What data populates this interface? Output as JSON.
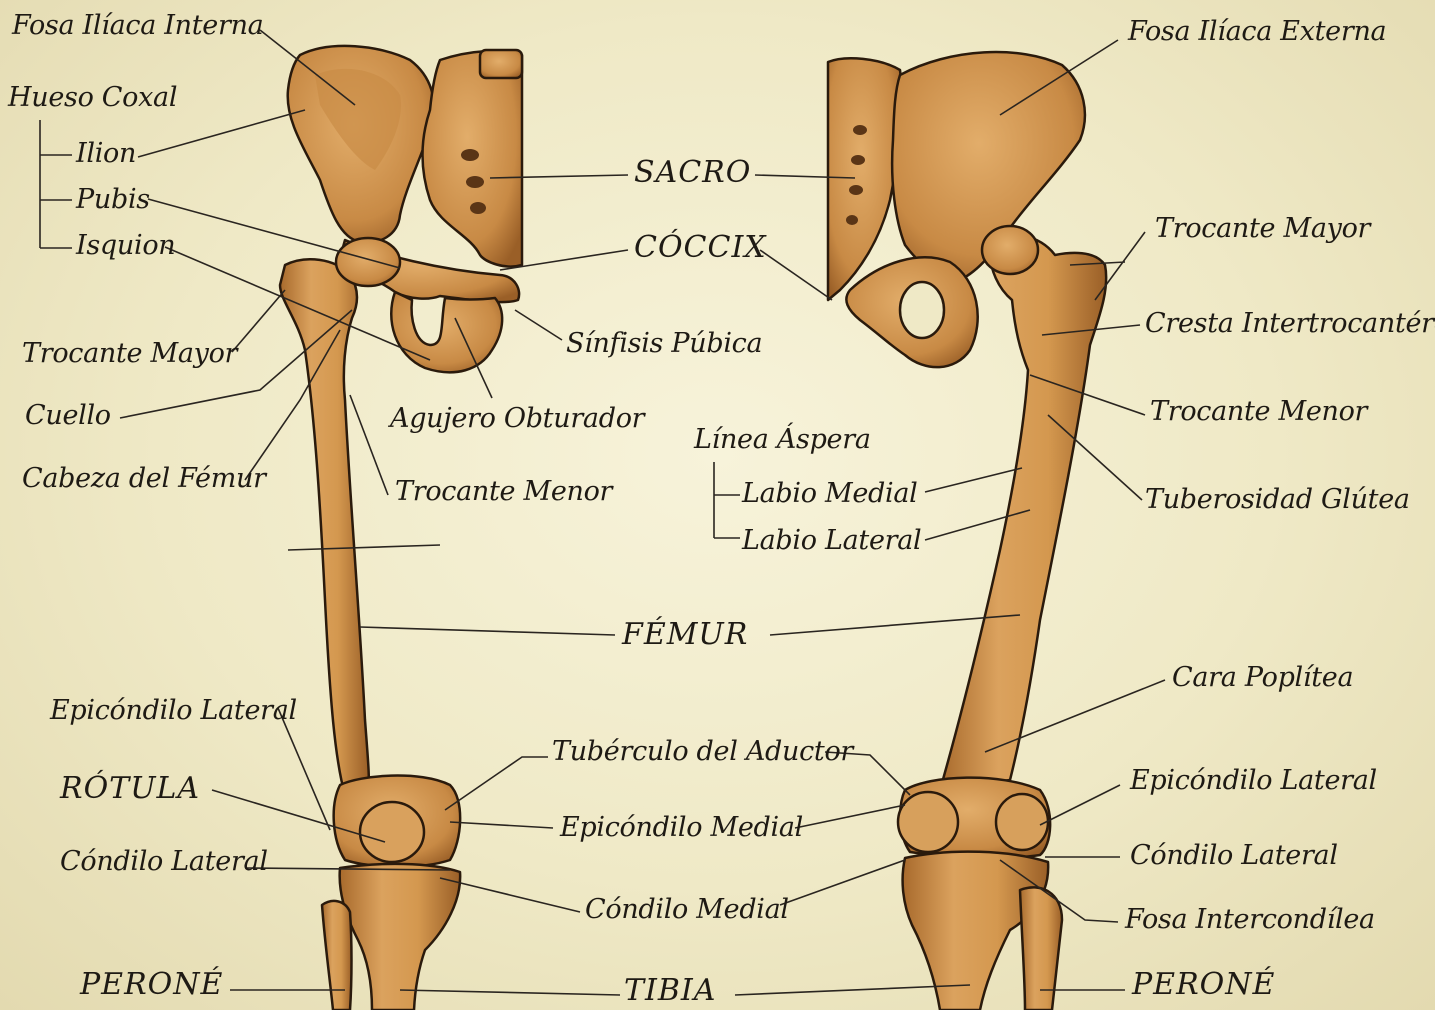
{
  "diagram": {
    "colors": {
      "background": "#f1ecc9",
      "bone": "#d39a55",
      "bone_shadow": "#8e5a25",
      "outline": "#2a1a0c",
      "leader": "#2a2520",
      "text": "#1e1a14"
    },
    "labels": {
      "fosa_iliaca_interna": "Fosa Ilíaca Interna",
      "hueso_coxal": "Hueso Coxal",
      "ilion": "Ilion",
      "pubis": "Pubis",
      "isquion": "Isquion",
      "trocante_mayor_left": "Trocante Mayor",
      "cuello": "Cuello",
      "cabeza_femur": "Cabeza del Fémur",
      "agujero_obturador": "Agujero Obturador",
      "trocante_menor_left": "Trocante Menor",
      "sacro": "SACRO",
      "coccix": "CÓCCIX",
      "sinfisis_pubica": "Sínfisis Púbica",
      "linea_aspera": "Línea Áspera",
      "labio_medial": "Labio Medial",
      "labio_lateral": "Labio Lateral",
      "femur": "FÉMUR",
      "fosa_iliaca_externa": "Fosa Ilíaca Externa",
      "trocante_mayor_right": "Trocante Mayor",
      "cresta_intertrocanterea": "Cresta Intertrocantérea",
      "trocante_menor_right": "Trocante Menor",
      "tuberosidad_glutea": "Tuberosidad Glútea",
      "cara_poplitea": "Cara Poplítea",
      "epicondilo_lateral_left": "Epicóndilo Lateral",
      "rotula": "RÓTULA",
      "condilo_lateral_left": "Cóndilo Lateral",
      "peroné_left": "PERONÉ",
      "tuberculo_aductor": "Tubérculo del Aductor",
      "epicondilo_medial": "Epicóndilo Medial",
      "condilo_medial": "Cóndilo Medial",
      "tibia": "TIBIA",
      "epicondilo_lateral_right": "Epicóndilo Lateral",
      "condilo_lateral_right": "Cóndilo Lateral",
      "fosa_intercondilea": "Fosa Intercondílea",
      "perone_right": "PERONÉ"
    }
  }
}
